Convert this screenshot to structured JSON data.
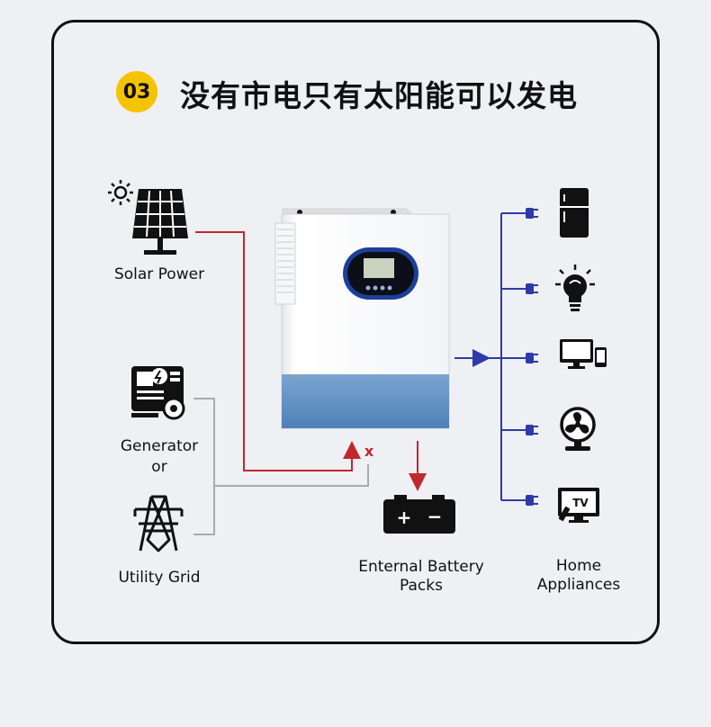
{
  "header": {
    "badge_number": "03",
    "title": "没有市电只有太阳能可以发电"
  },
  "labels": {
    "solar": "Solar Power",
    "generator": "Generator",
    "or": "or",
    "grid": "Utility Grid",
    "battery_line1": "Enternal Battery",
    "battery_line2": "Packs",
    "home_line1": "Home",
    "home_line2": "Appliances",
    "tv": "TV",
    "x_mark": "x"
  },
  "colors": {
    "badge": "#f4c400",
    "solar_line": "#c0282e",
    "grid_line": "#aaaaaa",
    "load_line": "#2e3aa8",
    "inverter_base": "#5b8fc4",
    "lcd_frame": "#1d3f9a"
  },
  "icons": [
    "sun-icon",
    "solar-panel-icon",
    "generator-icon",
    "power-tower-icon",
    "battery-icon",
    "plug-icon",
    "fridge-icon",
    "bulb-icon",
    "computer-icon",
    "fan-icon",
    "tv-icon"
  ]
}
